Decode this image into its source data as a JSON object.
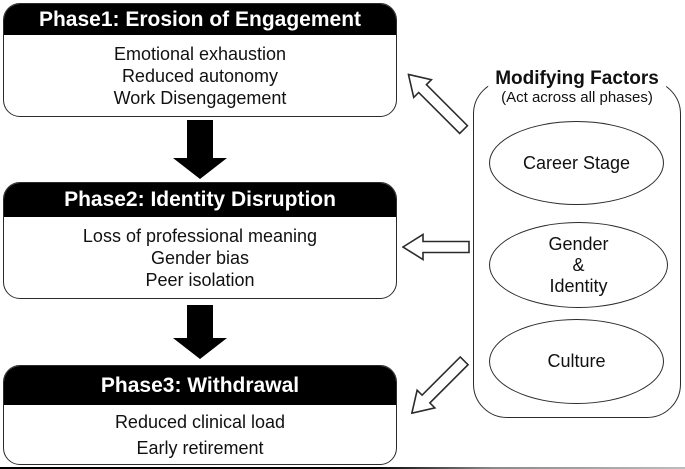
{
  "phases": [
    {
      "title": "Phase1: Erosion of Engagement",
      "items": [
        "Emotional exhaustion",
        "Reduced autonomy",
        "Work Disengagement"
      ]
    },
    {
      "title": "Phase2: Identity Disruption",
      "items": [
        "Loss of professional meaning",
        "Gender bias",
        "Peer isolation"
      ]
    },
    {
      "title": "Phase3: Withdrawal",
      "items": [
        "Reduced clinical load",
        "Early retirement"
      ]
    }
  ],
  "modifying_factors": {
    "title": "Modifying Factors",
    "subtitle": "(Act across all phases)",
    "factors": [
      {
        "lines": [
          "Career Stage"
        ]
      },
      {
        "lines": [
          "Gender",
          "&",
          "Identity"
        ]
      },
      {
        "lines": [
          "Culture"
        ]
      }
    ]
  },
  "icons": {
    "flow_arrow": "solid-black-down-arrow",
    "influence_arrow": "hollow-outline-arrow"
  },
  "colors": {
    "header_bg": "#000000",
    "header_text": "#ffffff",
    "body_text": "#111111",
    "outline": "#2b2b2b",
    "background": "#ffffff"
  }
}
